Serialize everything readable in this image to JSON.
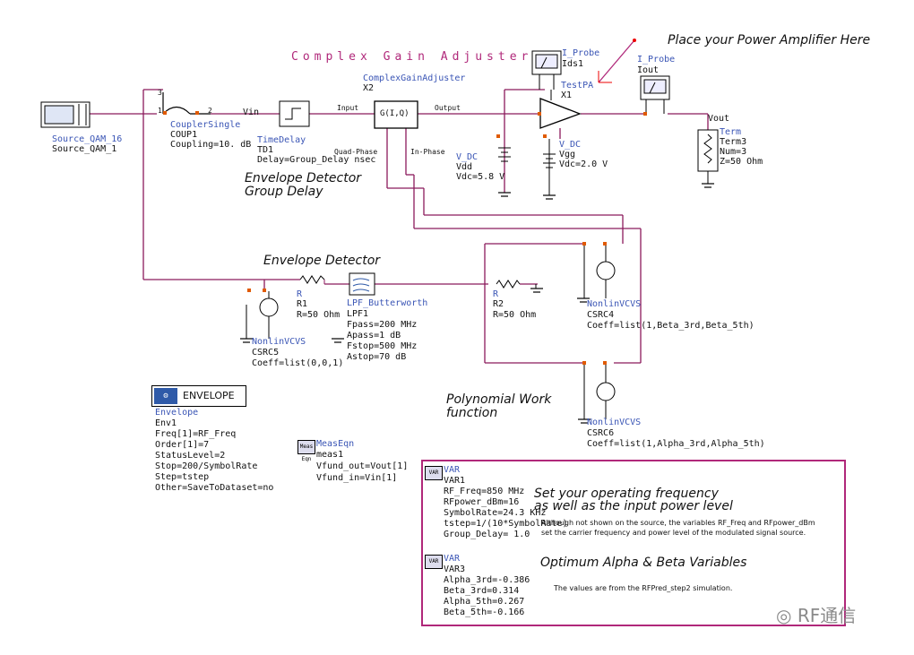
{
  "title": "Complex Gain Adjuster",
  "annotations": {
    "pa_note": "Place your Power Amplifier Here",
    "env_delay_1": "Envelope Detector",
    "env_delay_2": "Group Delay",
    "env_detector": "Envelope Detector",
    "poly_1": "Polynomial Work",
    "poly_2": "function",
    "freq_1": "Set your operating frequency",
    "freq_2": "as well as the input power level",
    "freq_note_1": "Although not shown on the source, the variables RF_Freq and  RFpower_dBm",
    "freq_note_2": "set the carrier frequency and power level of the modulated signal source.",
    "opt_title": "Optimum Alpha & Beta Variables",
    "opt_note": "The values are from the RFPred_step2 simulation."
  },
  "components": {
    "source": {
      "type": "Source_QAM_16",
      "name": "Source_QAM_1"
    },
    "coupler": {
      "type": "CouplerSingle",
      "name": "COUP1",
      "param": "Coupling=10. dB"
    },
    "vin": "Vin",
    "timedelay": {
      "type": "TimeDelay",
      "name": "TD1",
      "param": "Delay=Group_Delay nsec"
    },
    "cga": {
      "type": "ComplexGainAdjuster",
      "name": "X2",
      "symbol": "G(I,Q)",
      "port_in": "Input",
      "port_out": "Output",
      "port_q": "Quad-Phase",
      "port_i": "In-Phase"
    },
    "iprobe1": {
      "type": "I_Probe",
      "name": "Ids1"
    },
    "testpa": {
      "type": "TestPA",
      "name": "X1"
    },
    "iprobe2": {
      "type": "I_Probe",
      "name": "Iout"
    },
    "vout": "Vout",
    "term": {
      "type": "Term",
      "name": "Term3",
      "num": "Num=3",
      "z": "Z=50 Ohm"
    },
    "vdd": {
      "type": "V_DC",
      "name": "Vdd",
      "param": "Vdc=5.8 V"
    },
    "vgg": {
      "type": "V_DC",
      "name": "Vgg",
      "param": "Vdc=2.0 V"
    },
    "r1": {
      "type": "R",
      "name": "R1",
      "param": "R=50 Ohm"
    },
    "lpf": {
      "type": "LPF_Butterworth",
      "name": "LPF1",
      "p1": "Fpass=200 MHz",
      "p2": "Apass=1 dB",
      "p3": "Fstop=500 MHz",
      "p4": "Astop=70 dB"
    },
    "r2": {
      "type": "R",
      "name": "R2",
      "param": "R=50 Ohm"
    },
    "csrc5": {
      "type": "NonlinVCVS",
      "name": "CSRC5",
      "coeff": "Coeff=list(0,0,1)"
    },
    "csrc4": {
      "type": "NonlinVCVS",
      "name": "CSRC4",
      "coeff": "Coeff=list(1,Beta_3rd,Beta_5th)"
    },
    "csrc6": {
      "type": "NonlinVCVS",
      "name": "CSRC6",
      "coeff": "Coeff=list(1,Alpha_3rd,Alpha_5th)"
    }
  },
  "envelope": {
    "box_label": "ENVELOPE",
    "lines": [
      "Envelope",
      "Env1",
      "Freq[1]=RF_Freq",
      "Order[1]=7",
      "StatusLevel=2",
      "Stop=200/SymbolRate",
      "Step=tstep",
      "Other=SaveToDataset=no"
    ]
  },
  "measeqn": {
    "icon": "Meas Eqn",
    "lines": [
      "MeasEqn",
      "meas1",
      "Vfund_out=Vout[1]",
      "Vfund_in=Vin[1]"
    ]
  },
  "var1": {
    "icon": "VAR",
    "lines": [
      "VAR",
      "VAR1",
      "RF_Freq=850 MHz",
      "RFpower_dBm=16",
      "SymbolRate=24.3 KHz",
      "tstep=1/(10*SymbolRate)",
      "Group_Delay= 1.0"
    ]
  },
  "var3": {
    "icon": "VAR",
    "lines": [
      "VAR",
      "VAR3",
      "Alpha_3rd=-0.386",
      "Beta_3rd=0.314",
      "Alpha_5th=0.267",
      "Beta_5th=-0.166"
    ]
  },
  "watermark": "RF通信",
  "colors": {
    "wire": "#8b1a5c",
    "component": "#000000",
    "label": "#3a55b5",
    "magenta": "#b0287a",
    "pin": "#e05a00"
  }
}
